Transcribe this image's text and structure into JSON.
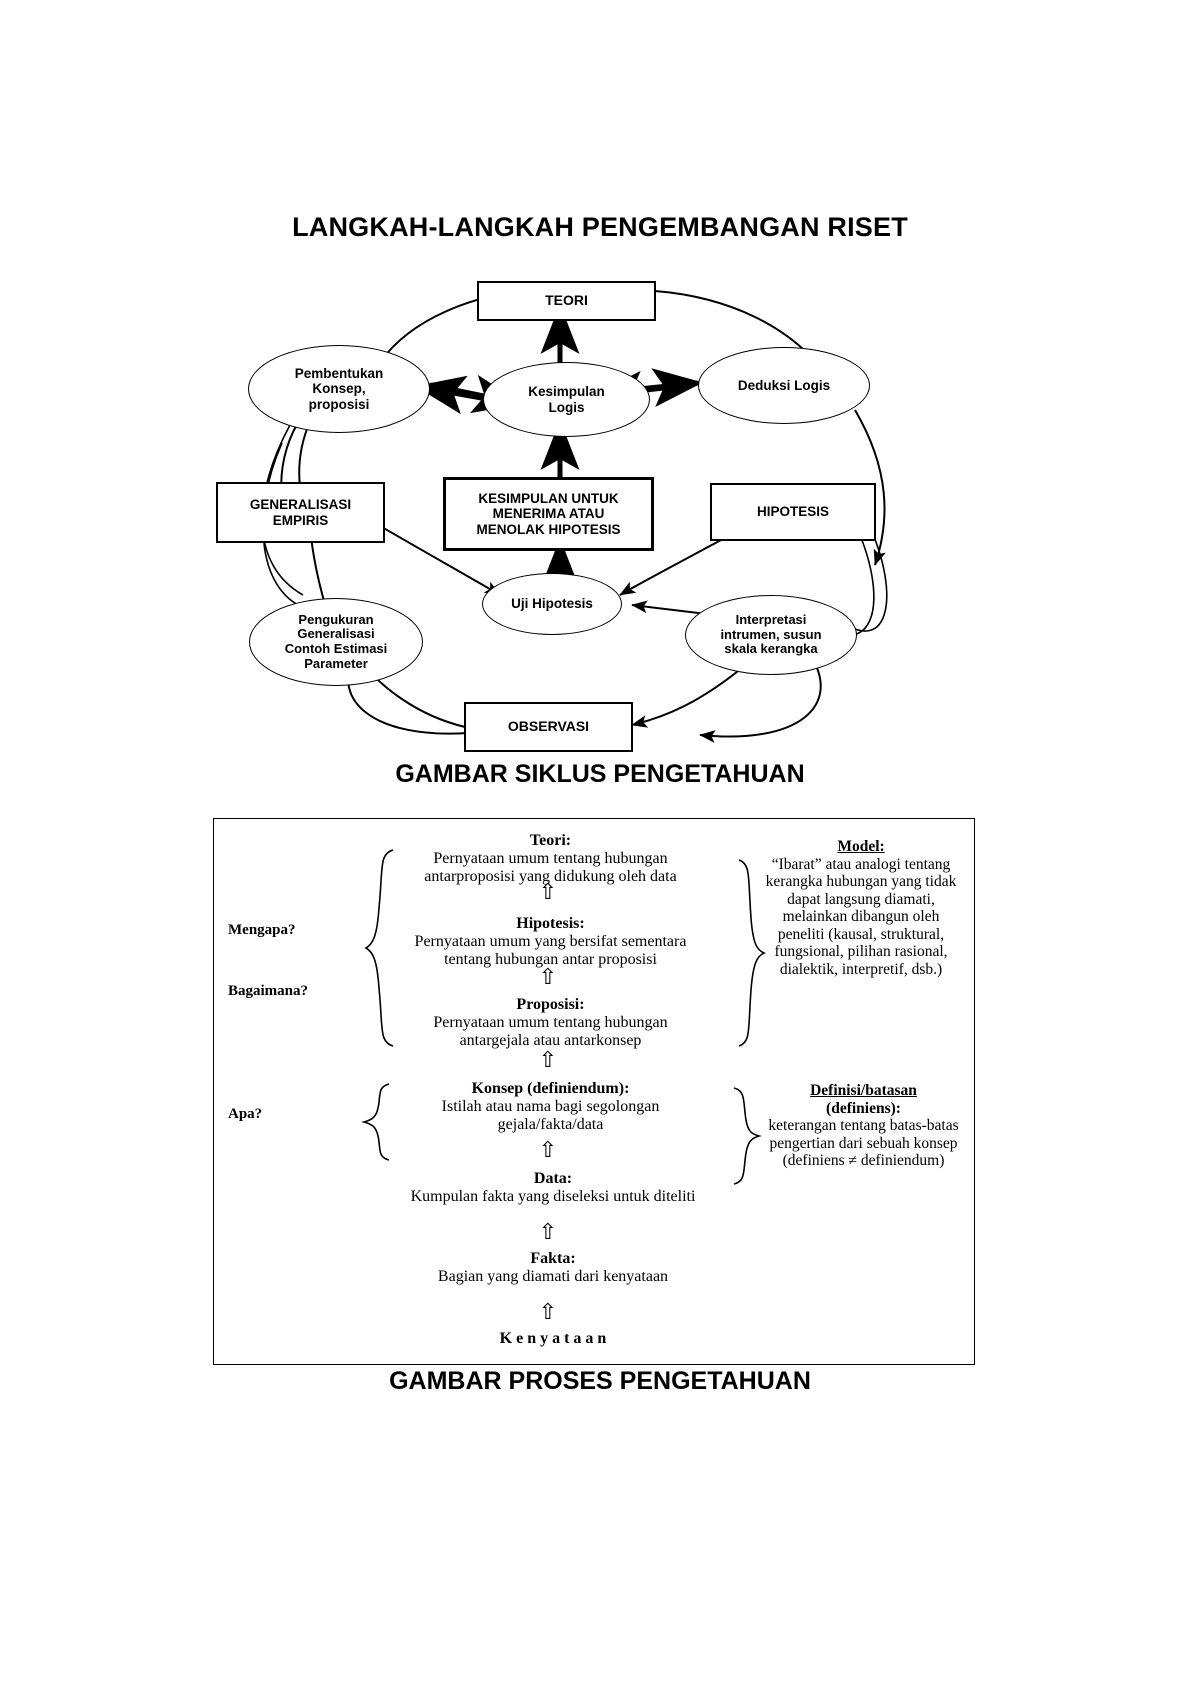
{
  "figure1": {
    "title": "LANGKAH-LANGKAH PENGEMBANGAN RISET",
    "caption": "GAMBAR SIKLUS PENGETAHUAN",
    "nodes": {
      "teori": "TEORI",
      "pembentukan": "Pembentukan\nKonsep,\nproposisi",
      "kesimpulan_logis": "Kesimpulan\nLogis",
      "deduksi": "Deduksi Logis",
      "generalisasi": "GENERALISASI\nEMPIRIS",
      "kesimpulan_box": "KESIMPULAN UNTUK\nMENERIMA ATAU\nMENOLAK HIPOTESIS",
      "hipotesis": "HIPOTESIS",
      "pengukuran": "Pengukuran\nGeneralisasi\nContoh Estimasi\nParameter",
      "uji": "Uji Hipotesis",
      "interpretasi": "Interpretasi\nintrumen, susun\nskala kerangka",
      "observasi": "OBSERVASI"
    }
  },
  "figure2": {
    "caption": "GAMBAR PROSES PENGETAHUAN",
    "side_labels": {
      "mengapa": "Mengapa?",
      "bagaimana": "Bagaimana?",
      "apa": "Apa?"
    },
    "levels": [
      {
        "heading": "Teori:",
        "body": "Pernyataan umum tentang hubungan\nantarproposisi yang didukung oleh data"
      },
      {
        "heading": "Hipotesis:",
        "body": "Pernyataan umum yang bersifat sementara\ntentang hubungan antar proposisi"
      },
      {
        "heading": "Proposisi:",
        "body": "Pernyataan umum tentang hubungan\nantargejala atau antarkonsep"
      },
      {
        "heading": "Konsep (definiendum):",
        "body": "Istilah atau nama bagi segolongan\ngejala/fakta/data"
      },
      {
        "heading": "Data:",
        "body": "Kumpulan fakta yang diseleksi untuk diteliti"
      },
      {
        "heading": "Fakta:",
        "body": "Bagian yang diamati dari kenyataan"
      }
    ],
    "bottom_label": "K e n y a t a a n",
    "right_blocks": [
      {
        "heading": "Model:",
        "body": "“Ibarat” atau analogi tentang kerangka hubungan yang tidak dapat langsung diamati, melainkan dibangun oleh peneliti (kausal, struktural, fungsional, pilihan rasional, dialektik, interpretif, dsb.)"
      },
      {
        "heading": "Definisi/batasan",
        "subheading": "(definiens):",
        "body": "keterangan tentang batas-batas pengertian dari sebuah konsep (definiens ≠ definiendum)"
      }
    ],
    "arrow_glyph": "⇧"
  }
}
